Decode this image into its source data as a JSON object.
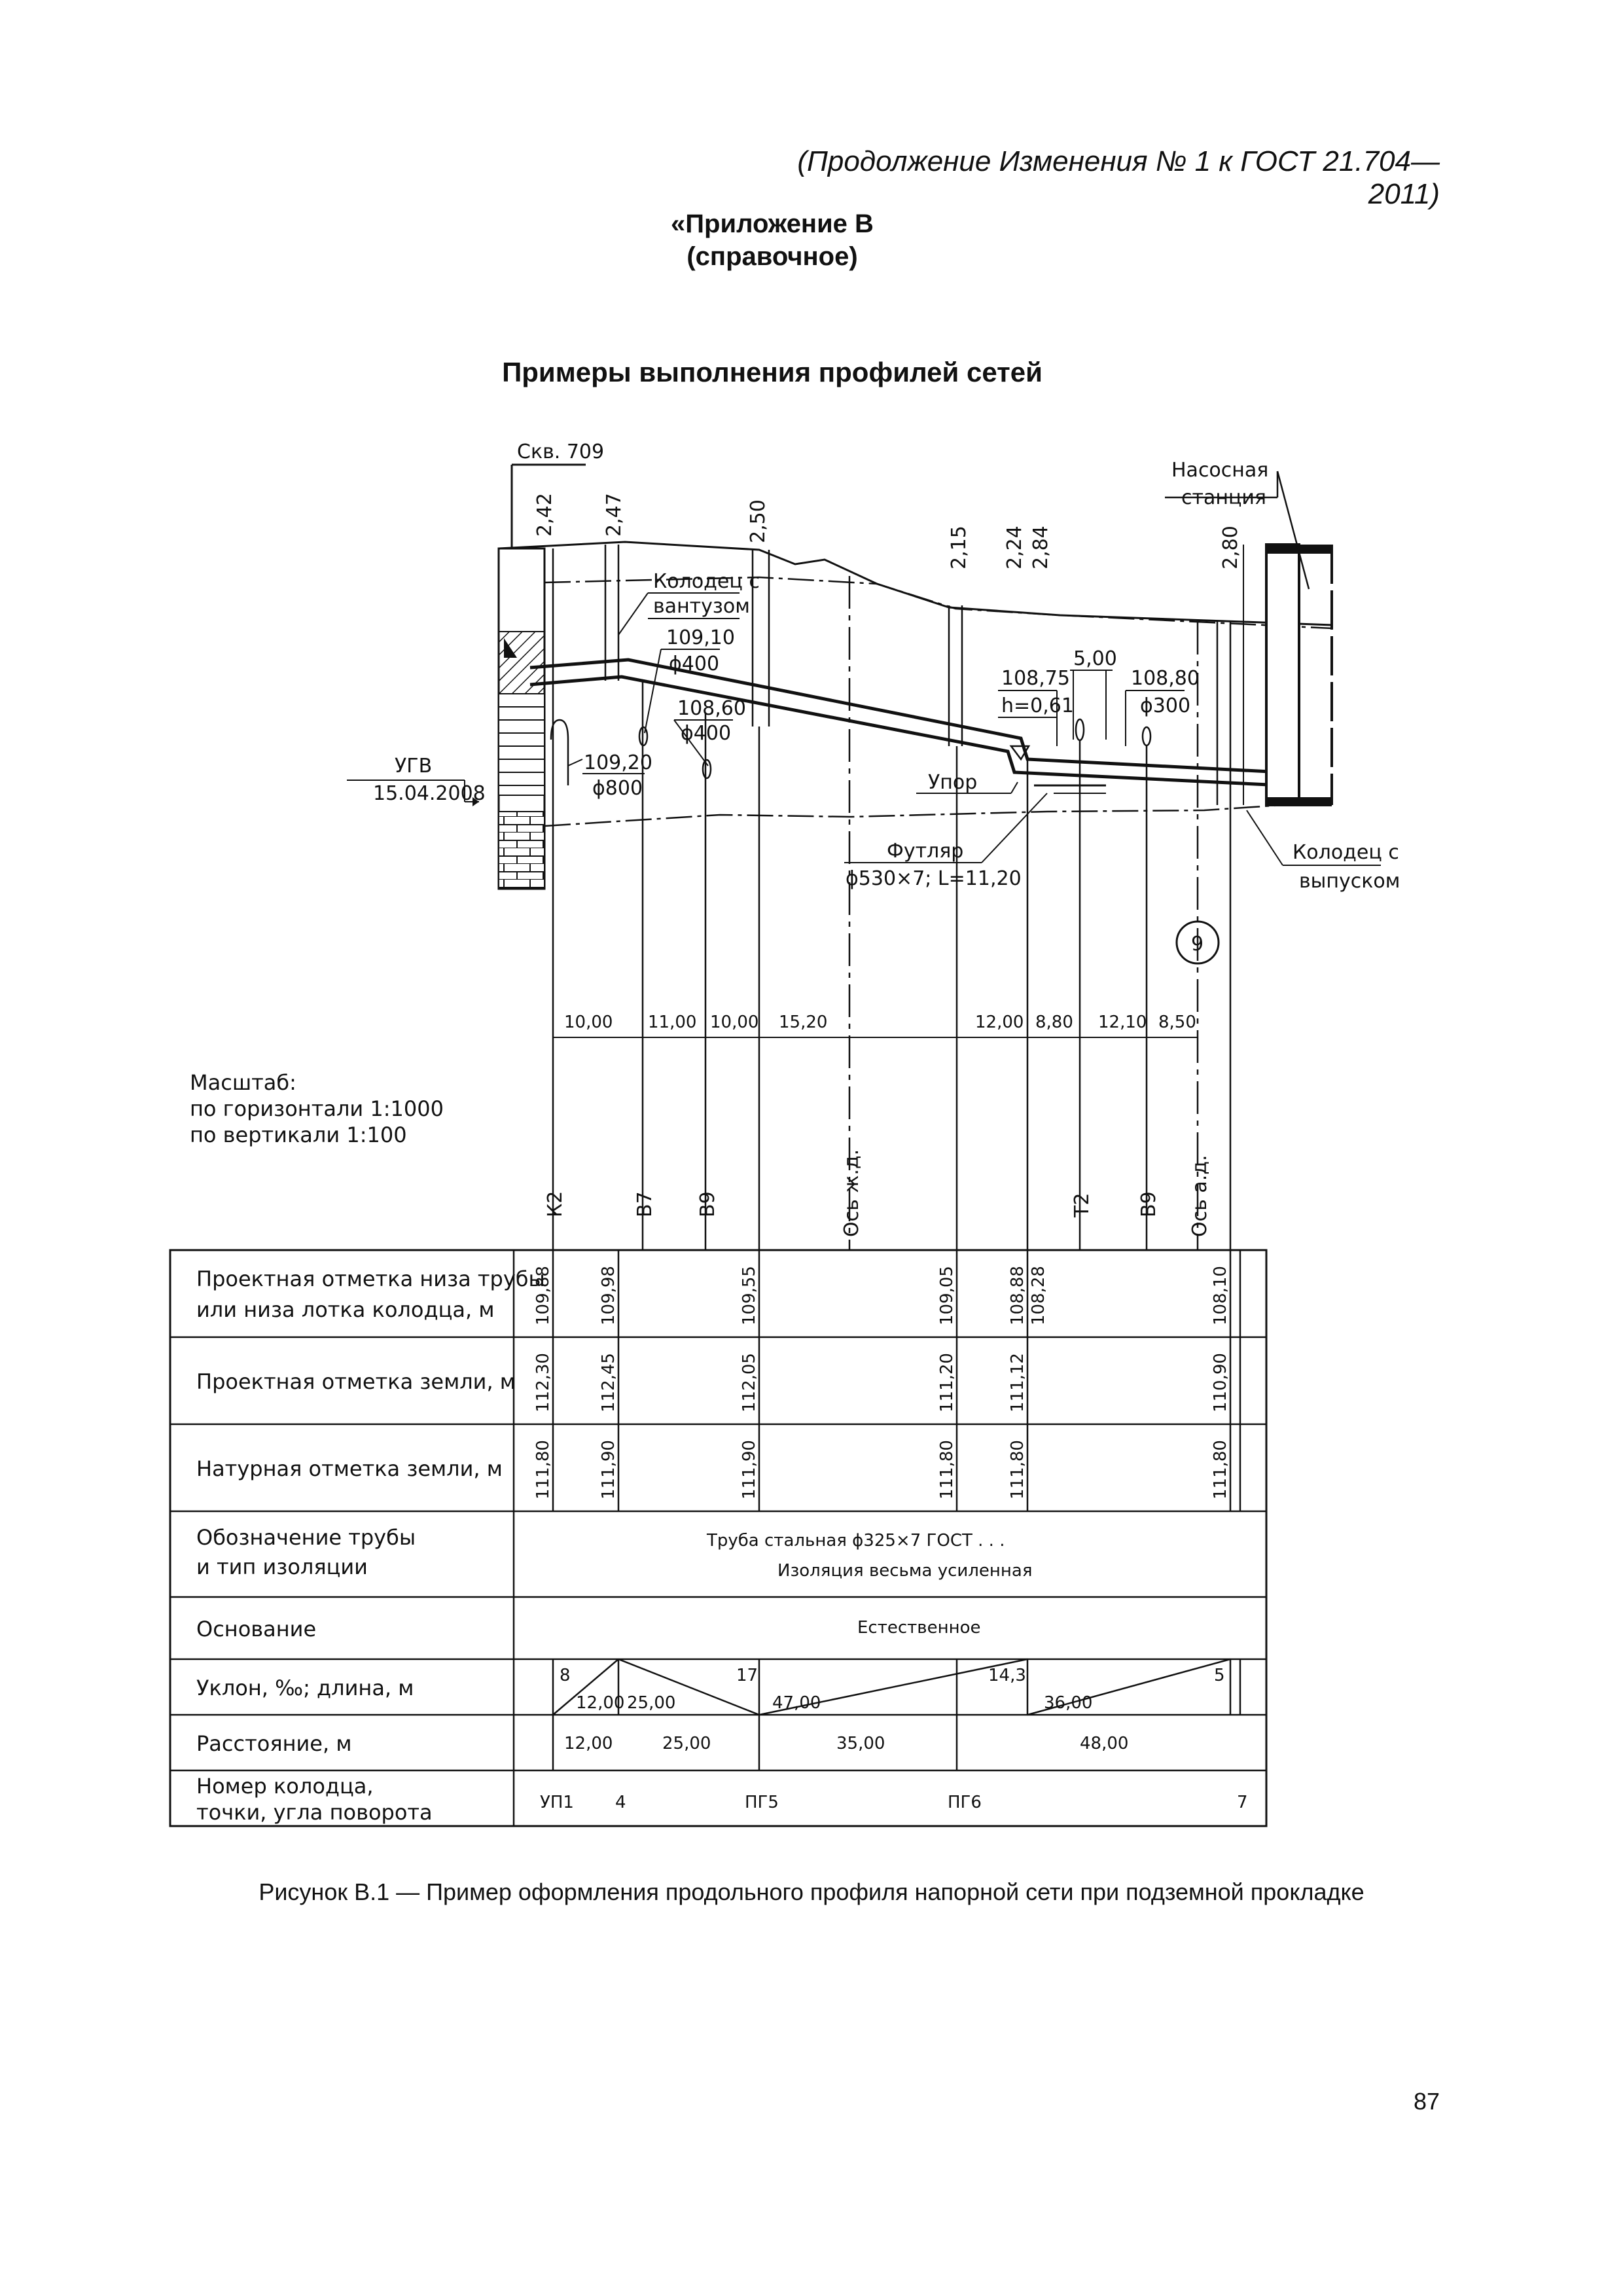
{
  "header": {
    "continuation": "(Продолжение Изменения № 1 к ГОСТ 21.704—2011)",
    "appendix_line1": "«Приложение В",
    "appendix_line2": "(справочное)",
    "section_title": "Примеры выполнения профилей сетей"
  },
  "drawing": {
    "borehole": "Скв. 709",
    "pump_station_line1": "Насосная",
    "pump_station_line2": "станция",
    "well_vantuz_line1": "Колодец с",
    "well_vantuz_line2": "вантузом",
    "well_outlet_line1": "Колодец с",
    "well_outlet_line2": "выпуском",
    "ugv_label": "УГВ",
    "ugv_date": "15.04.2008",
    "stop_label": "Упор",
    "casing_label": "Футляр",
    "casing_spec": "ϕ530×7; L=11,20",
    "depths": [
      "2,42",
      "2,47",
      "2,50",
      "2,15",
      "2,24",
      "2,84",
      "2,80"
    ],
    "crossings": [
      {
        "elev": "109,10",
        "dia": "ϕ400"
      },
      {
        "elev": "108,60",
        "dia": "ϕ400"
      },
      {
        "elev": "109,20",
        "dia": "ϕ800"
      },
      {
        "elev": "108,75",
        "dia": "h=0,61"
      },
      {
        "elev": "108,80",
        "dia": "ϕ300"
      }
    ],
    "dim_5": "5,00",
    "well_number": "9",
    "distances": [
      "10,00",
      "11,00",
      "10,00",
      "15,20",
      "12,00",
      "8,80",
      "12,10",
      "8,50"
    ],
    "utilities": [
      "К2",
      "В7",
      "В9",
      "Ось ж.д.",
      "Т2",
      "В9",
      "Ось а.д."
    ],
    "scale_title": "Масштаб:",
    "scale_h": "по горизонтали 1:1000",
    "scale_v": "по вертикали 1:100"
  },
  "table": {
    "rows": [
      {
        "label1": "Проектная отметка низа трубы",
        "label2": "или низа лотка колодца, м",
        "values": [
          "109,88",
          "109,98",
          "109,55",
          "109,05",
          "108,88",
          "108,28",
          "108,10"
        ]
      },
      {
        "label1": "Проектная отметка земли, м",
        "label2": "",
        "values": [
          "112,30",
          "112,45",
          "112,05",
          "111,20",
          "111,12",
          "110,90"
        ]
      },
      {
        "label1": "Натурная отметка земли, м",
        "label2": "",
        "values": [
          "111,80",
          "111,90",
          "111,90",
          "111,80",
          "111,80",
          "111,80"
        ]
      }
    ],
    "pipe_label1": "Обозначение трубы",
    "pipe_label2": "и тип изоляции",
    "pipe_value1": "Труба стальная ϕ325×7 ГОСТ . . .",
    "pipe_value2": "Изоляция весьма усиленная",
    "base_label": "Основание",
    "base_value": "Естественное",
    "slope_label": "Уклон, ‰; длина, м",
    "slopes": [
      {
        "slope": "8",
        "length": "12,00"
      },
      {
        "slope": "17",
        "length": "25,00"
      },
      {
        "slope": "14,3",
        "length": "47,00"
      },
      {
        "slope": "5",
        "length": "36,00"
      }
    ],
    "dist_label": "Расстояние, м",
    "dist_values": [
      "12,00",
      "25,00",
      "35,00",
      "48,00"
    ],
    "num_label1": "Номер колодца,",
    "num_label2": "точки, угла поворота",
    "num_values": [
      "УП1",
      "4",
      "ПГ5",
      "ПГ6",
      "7"
    ]
  },
  "caption": "Рисунок В.1 — Пример оформления продольного профиля напорной сети при подземной прокладке",
  "page_number": "87"
}
